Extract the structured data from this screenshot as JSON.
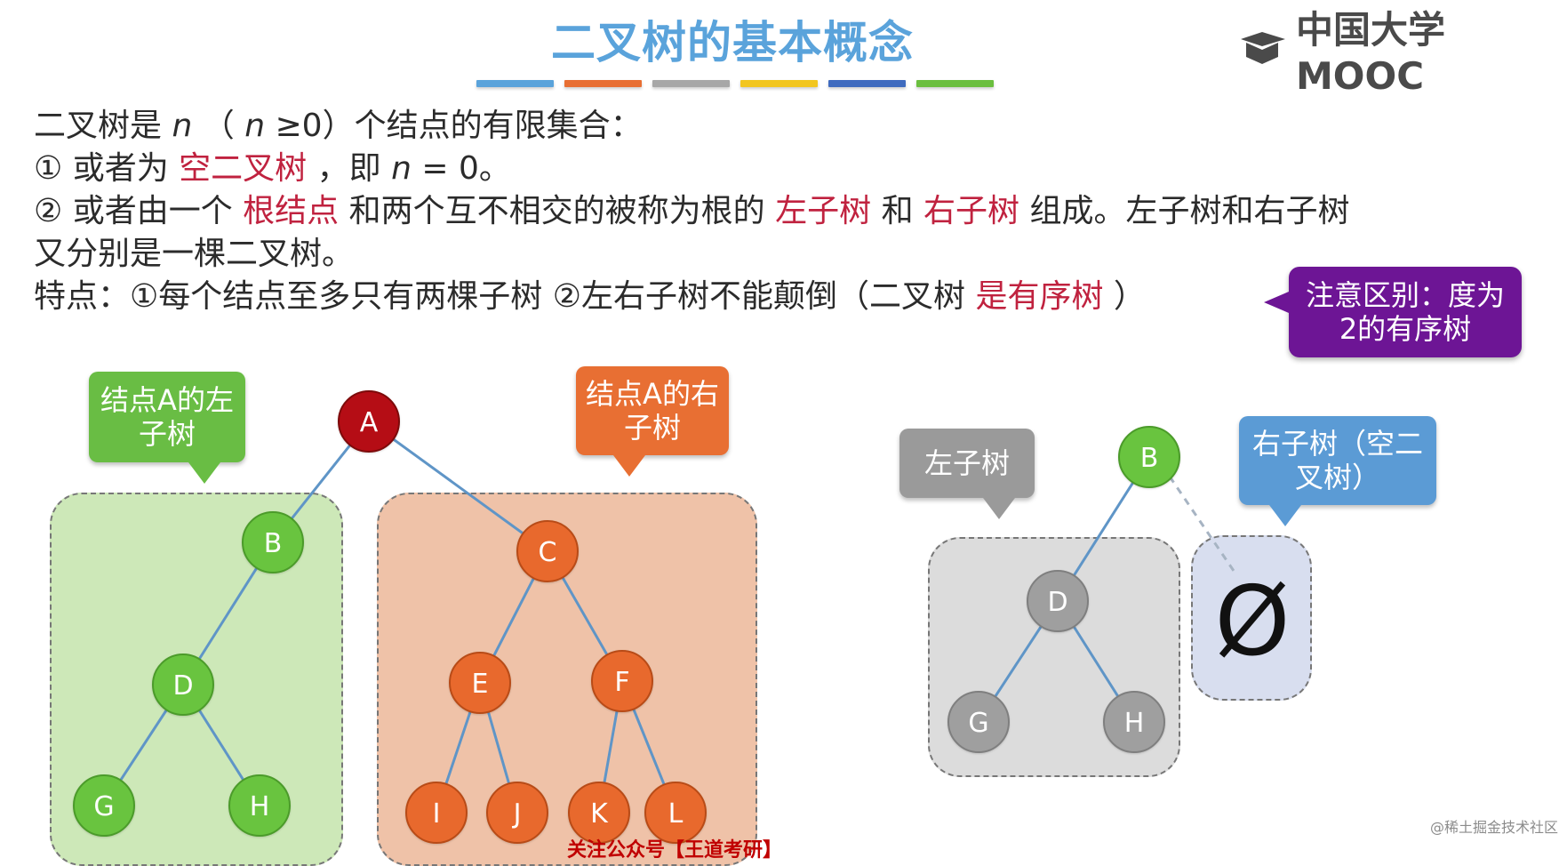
{
  "header": {
    "title": "二叉树的基本概念",
    "brand_text": "中国大学MOOC"
  },
  "accent_bars": [
    {
      "color": "#5aa3db"
    },
    {
      "color": "#e86f33"
    },
    {
      "color": "#a7a7a7"
    },
    {
      "color": "#f2c61f"
    },
    {
      "color": "#3f6bbf"
    },
    {
      "color": "#6bbf3f"
    }
  ],
  "intro": {
    "line1_a": "二叉树是",
    "line1_n": "n",
    "line1_b": "（",
    "line1_n2": "n",
    "line1_c": "≥0）个结点的有限集合：",
    "line2_a": "① 或者为",
    "line2_red": "空二叉树",
    "line2_b": "，即",
    "line2_n": "n",
    "line2_c": " = 0。",
    "line3_a": "② 或者由一个",
    "line3_red1": "根结点",
    "line3_b": "和两个互不相交的被称为根的",
    "line3_red2": "左子树",
    "line3_c": "和",
    "line3_red3": "右子树",
    "line3_d": "组成。左子树和右子树",
    "line4": "又分别是一棵二叉树。",
    "line5_a": "特点：①每个结点至多只有两棵子树 ②左右子树不能颠倒（二叉树",
    "line5_red": "是有序树",
    "line5_b": "）"
  },
  "note": {
    "text": "注意区别：度为2的有序树"
  },
  "bubbles": {
    "left_subtree_A": "结点A的左子树",
    "right_subtree_A": "结点A的右子树",
    "left_subtree": "左子树",
    "right_subtree_empty": "右子树（空二叉树）"
  },
  "tree_left": {
    "A": "A",
    "B": "B",
    "D": "D",
    "G": "G",
    "H": "H",
    "C": "C",
    "E": "E",
    "F": "F",
    "I": "I",
    "J": "J",
    "K": "K",
    "L": "L"
  },
  "tree_right": {
    "B": "B",
    "D": "D",
    "G": "G",
    "H": "H",
    "empty_symbol": "Ø"
  },
  "watermark": "@稀土掘金技术社区",
  "bottom_partial": "关注公众号【王道考研】"
}
